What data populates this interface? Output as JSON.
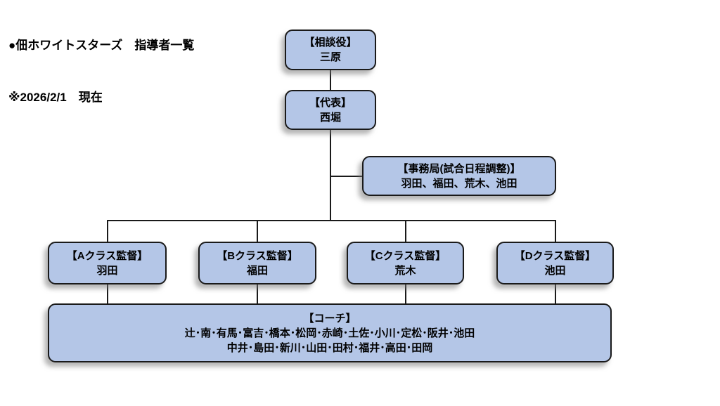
{
  "title": {
    "line1": "●佃ホワイトスターズ　指導者一覧",
    "line2": "※2026/2/1　現在"
  },
  "colors": {
    "box_fill": "#b4c6e7",
    "box_border": "#1a1a1a",
    "connector": "#1a1a1a",
    "text": "#000000",
    "background": "#ffffff"
  },
  "org_chart": {
    "advisor": {
      "role": "【相談役】",
      "names": "三原"
    },
    "representative": {
      "role": "【代表】",
      "names": "西堀"
    },
    "office": {
      "role": "【事務局(試合日程調整)】",
      "names": "羽田、福田、荒木、池田"
    },
    "class_a": {
      "role": "【Aクラス監督】",
      "names": "羽田"
    },
    "class_b": {
      "role": "【Bクラス監督】",
      "names": "福田"
    },
    "class_c": {
      "role": "【Cクラス監督】",
      "names": "荒木"
    },
    "class_d": {
      "role": "【Dクラス監督】",
      "names": "池田"
    },
    "coach": {
      "role": "【コーチ】",
      "names_line1": "辻･南･有馬･富吉･橋本･松岡･赤崎･土佐･小川･定松･阪井･池田",
      "names_line2": "中井･島田･新川･山田･田村･福井･高田･田岡"
    }
  }
}
